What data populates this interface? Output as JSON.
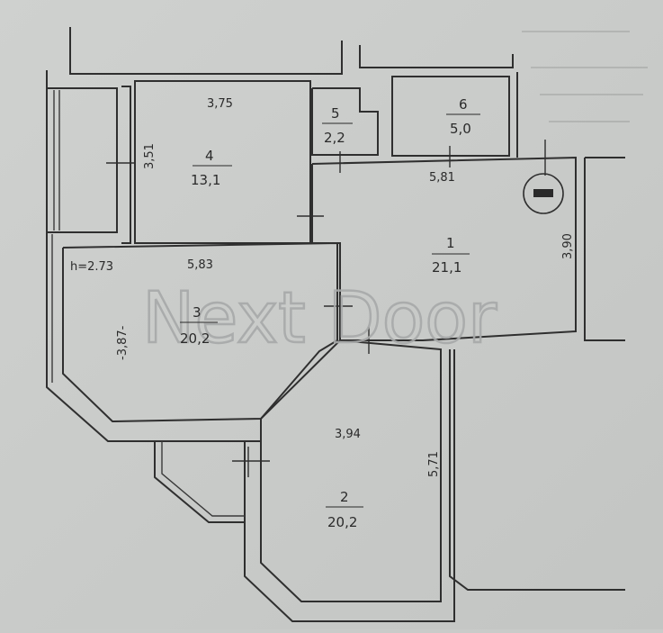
{
  "plan": {
    "height_label": "h=2.73",
    "watermark": "Next Door",
    "rooms": [
      {
        "number": "1",
        "area": "21,1"
      },
      {
        "number": "2",
        "area": "20,2"
      },
      {
        "number": "3",
        "area": "20,2"
      },
      {
        "number": "4",
        "area": "13,1"
      },
      {
        "number": "5",
        "area": "2,2"
      },
      {
        "number": "6",
        "area": "5,0"
      }
    ],
    "dimensions": {
      "room4_width": "3,75",
      "room4_depth": "3,51",
      "room1_width": "5,81",
      "room1_depth": "3,90",
      "room3_width": "5,83",
      "room3_depth": "-3,87-",
      "room2_width": "3,94",
      "room2_depth": "5,71"
    }
  }
}
